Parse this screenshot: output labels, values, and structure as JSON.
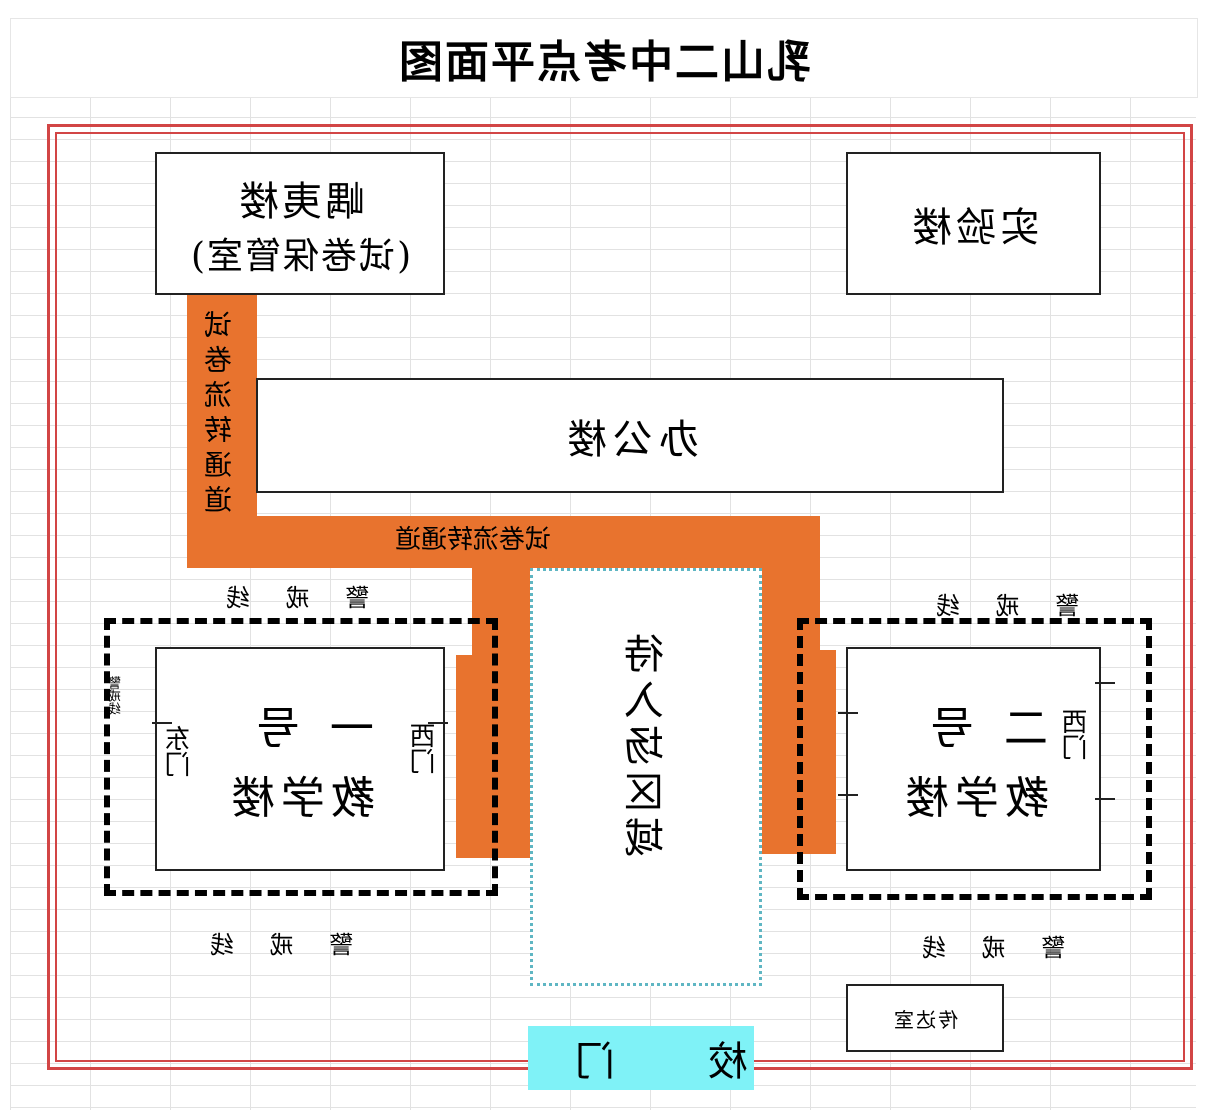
{
  "title": "乳山二中考点平面图",
  "buildings": {
    "yuyi": {
      "line1": "嵎夷楼",
      "line2": "(试卷保管室)"
    },
    "lab": {
      "label": "实验楼"
    },
    "office": {
      "label": "办公楼"
    },
    "teach1": {
      "line1": "一号",
      "line2": "教学楼",
      "west_door": "西门",
      "east_door": "东门"
    },
    "teach2": {
      "line1": "二号",
      "line2": "教学楼",
      "west_door": "西门"
    },
    "guard": {
      "label": "传达室"
    }
  },
  "paper_route": {
    "vertical_label": "试卷流转通道",
    "horizontal_label": "试卷流转通道"
  },
  "waiting_area": {
    "label": "待入场区域"
  },
  "cordon": {
    "label": "警戒线",
    "top_left": "警 戒 线",
    "top_right": "警 戒 线",
    "bottom_left": "警 戒 线",
    "bottom_right": "警 戒 线",
    "left_side": "警戒线"
  },
  "gate": {
    "label": "校 门"
  },
  "colors": {
    "wall": "#d24545",
    "route": "#e8732e",
    "gate": "#7ff2f7",
    "waiting_border": "#5fb6c3"
  }
}
